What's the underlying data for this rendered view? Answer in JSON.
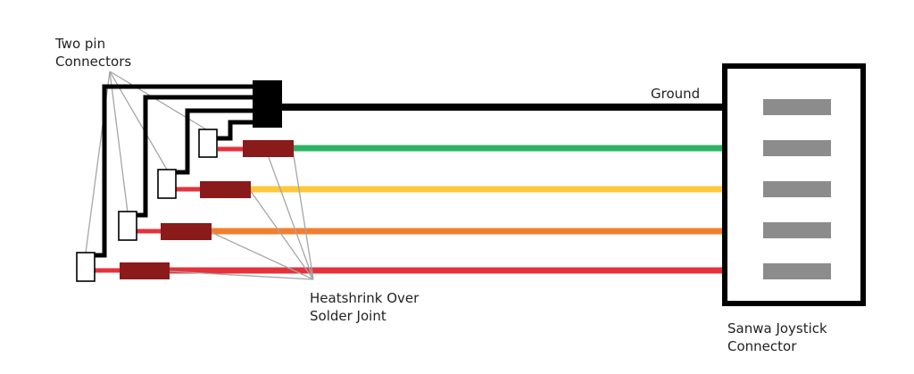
{
  "labels": {
    "two_pin": [
      "Two pin",
      "Connectors"
    ],
    "ground": "Ground",
    "heatshrink": [
      "Heatshrink Over",
      "Solder Joint"
    ],
    "sanwa": [
      "Sanwa Joystick",
      "Connector"
    ]
  },
  "colors": {
    "ground_wire": "#000000",
    "wire_green": "#2db363",
    "wire_yellow": "#fdc93b",
    "wire_orange": "#f27f2d",
    "wire_red": "#e5323b",
    "heatshrink": "#8b1a1a",
    "pins": "#8c8c8c",
    "callout_lines": "#a6a6a6"
  }
}
